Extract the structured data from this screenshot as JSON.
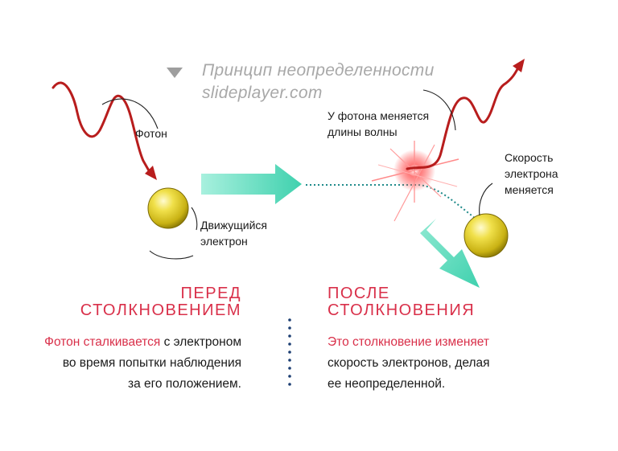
{
  "colors": {
    "photon": "#b81d1d",
    "arrow": "#4fd6b6",
    "electron": "#e2cf2a",
    "heading": "#d9304a",
    "caption": "#a8a8a8",
    "dots": "#1d3f73"
  },
  "caption": {
    "marker_icon": "triangle-down-icon",
    "line1": "Принцип неопределенности",
    "line2": "slideplayer.com"
  },
  "labels": {
    "photon": "Фотон",
    "moving_electron_1": "Движущийся",
    "moving_electron_2": "электрон",
    "wavelength_1": "У фотона меняется",
    "wavelength_2": "длины волны",
    "speed_1": "Скорость",
    "speed_2": "электрона",
    "speed_3": "меняется"
  },
  "before": {
    "heading_1": "ПЕРЕД",
    "heading_2": "СТОЛКНОВЕНИЕМ",
    "text_highlight": "Фотон сталкивается",
    "text_rest_1": " с электроном",
    "text_line_2": "во время попытки наблюдения",
    "text_line_3": "за его положением."
  },
  "after": {
    "heading_1": "ПОСЛЕ",
    "heading_2": "СТОЛКНОВЕНИЯ",
    "text_highlight": "Это столкновение изменяет",
    "text_line_2": "скорость электронов, делая",
    "text_line_3": "ее неопределенной."
  }
}
